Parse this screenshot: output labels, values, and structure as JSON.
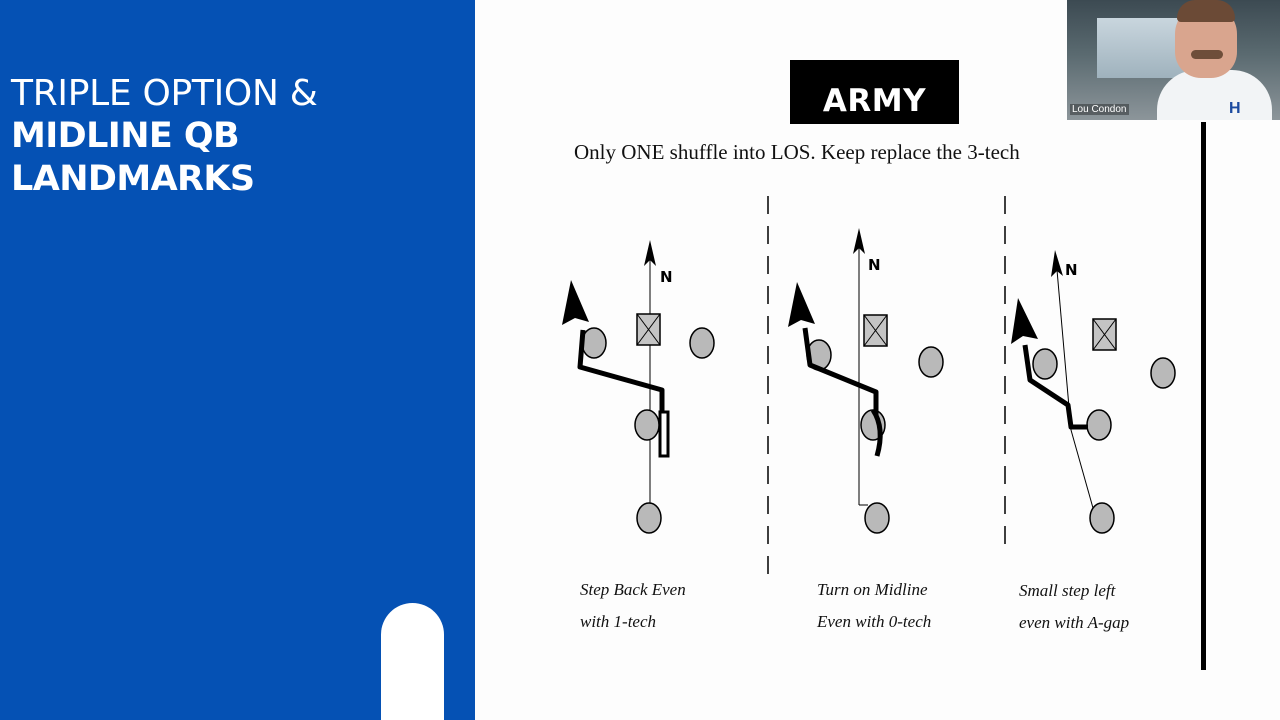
{
  "presentation": {
    "title_line1": "TRIPLE OPTION &",
    "title_line2": "MIDLINE QB LANDMARKS"
  },
  "slide": {
    "logo_text": "ARMY",
    "instruction": "Only ONE shuffle into LOS.  Keep replace the 3-tech",
    "north_label": "N",
    "captions": [
      {
        "line1": "Step Back Even",
        "line2": "with 1-tech"
      },
      {
        "line1": "Turn on Midline",
        "line2": "Even with 0-tech"
      },
      {
        "line1": "Small step left",
        "line2": "even with A-gap"
      }
    ]
  },
  "video": {
    "participant_name": "Lou Condon",
    "shirt_logo": "H"
  },
  "colors": {
    "brand_blue": "#0551b4",
    "player_fill": "#b9b9b9",
    "line": "#000000"
  },
  "icons": [
    "mouse-cursor-icon"
  ]
}
